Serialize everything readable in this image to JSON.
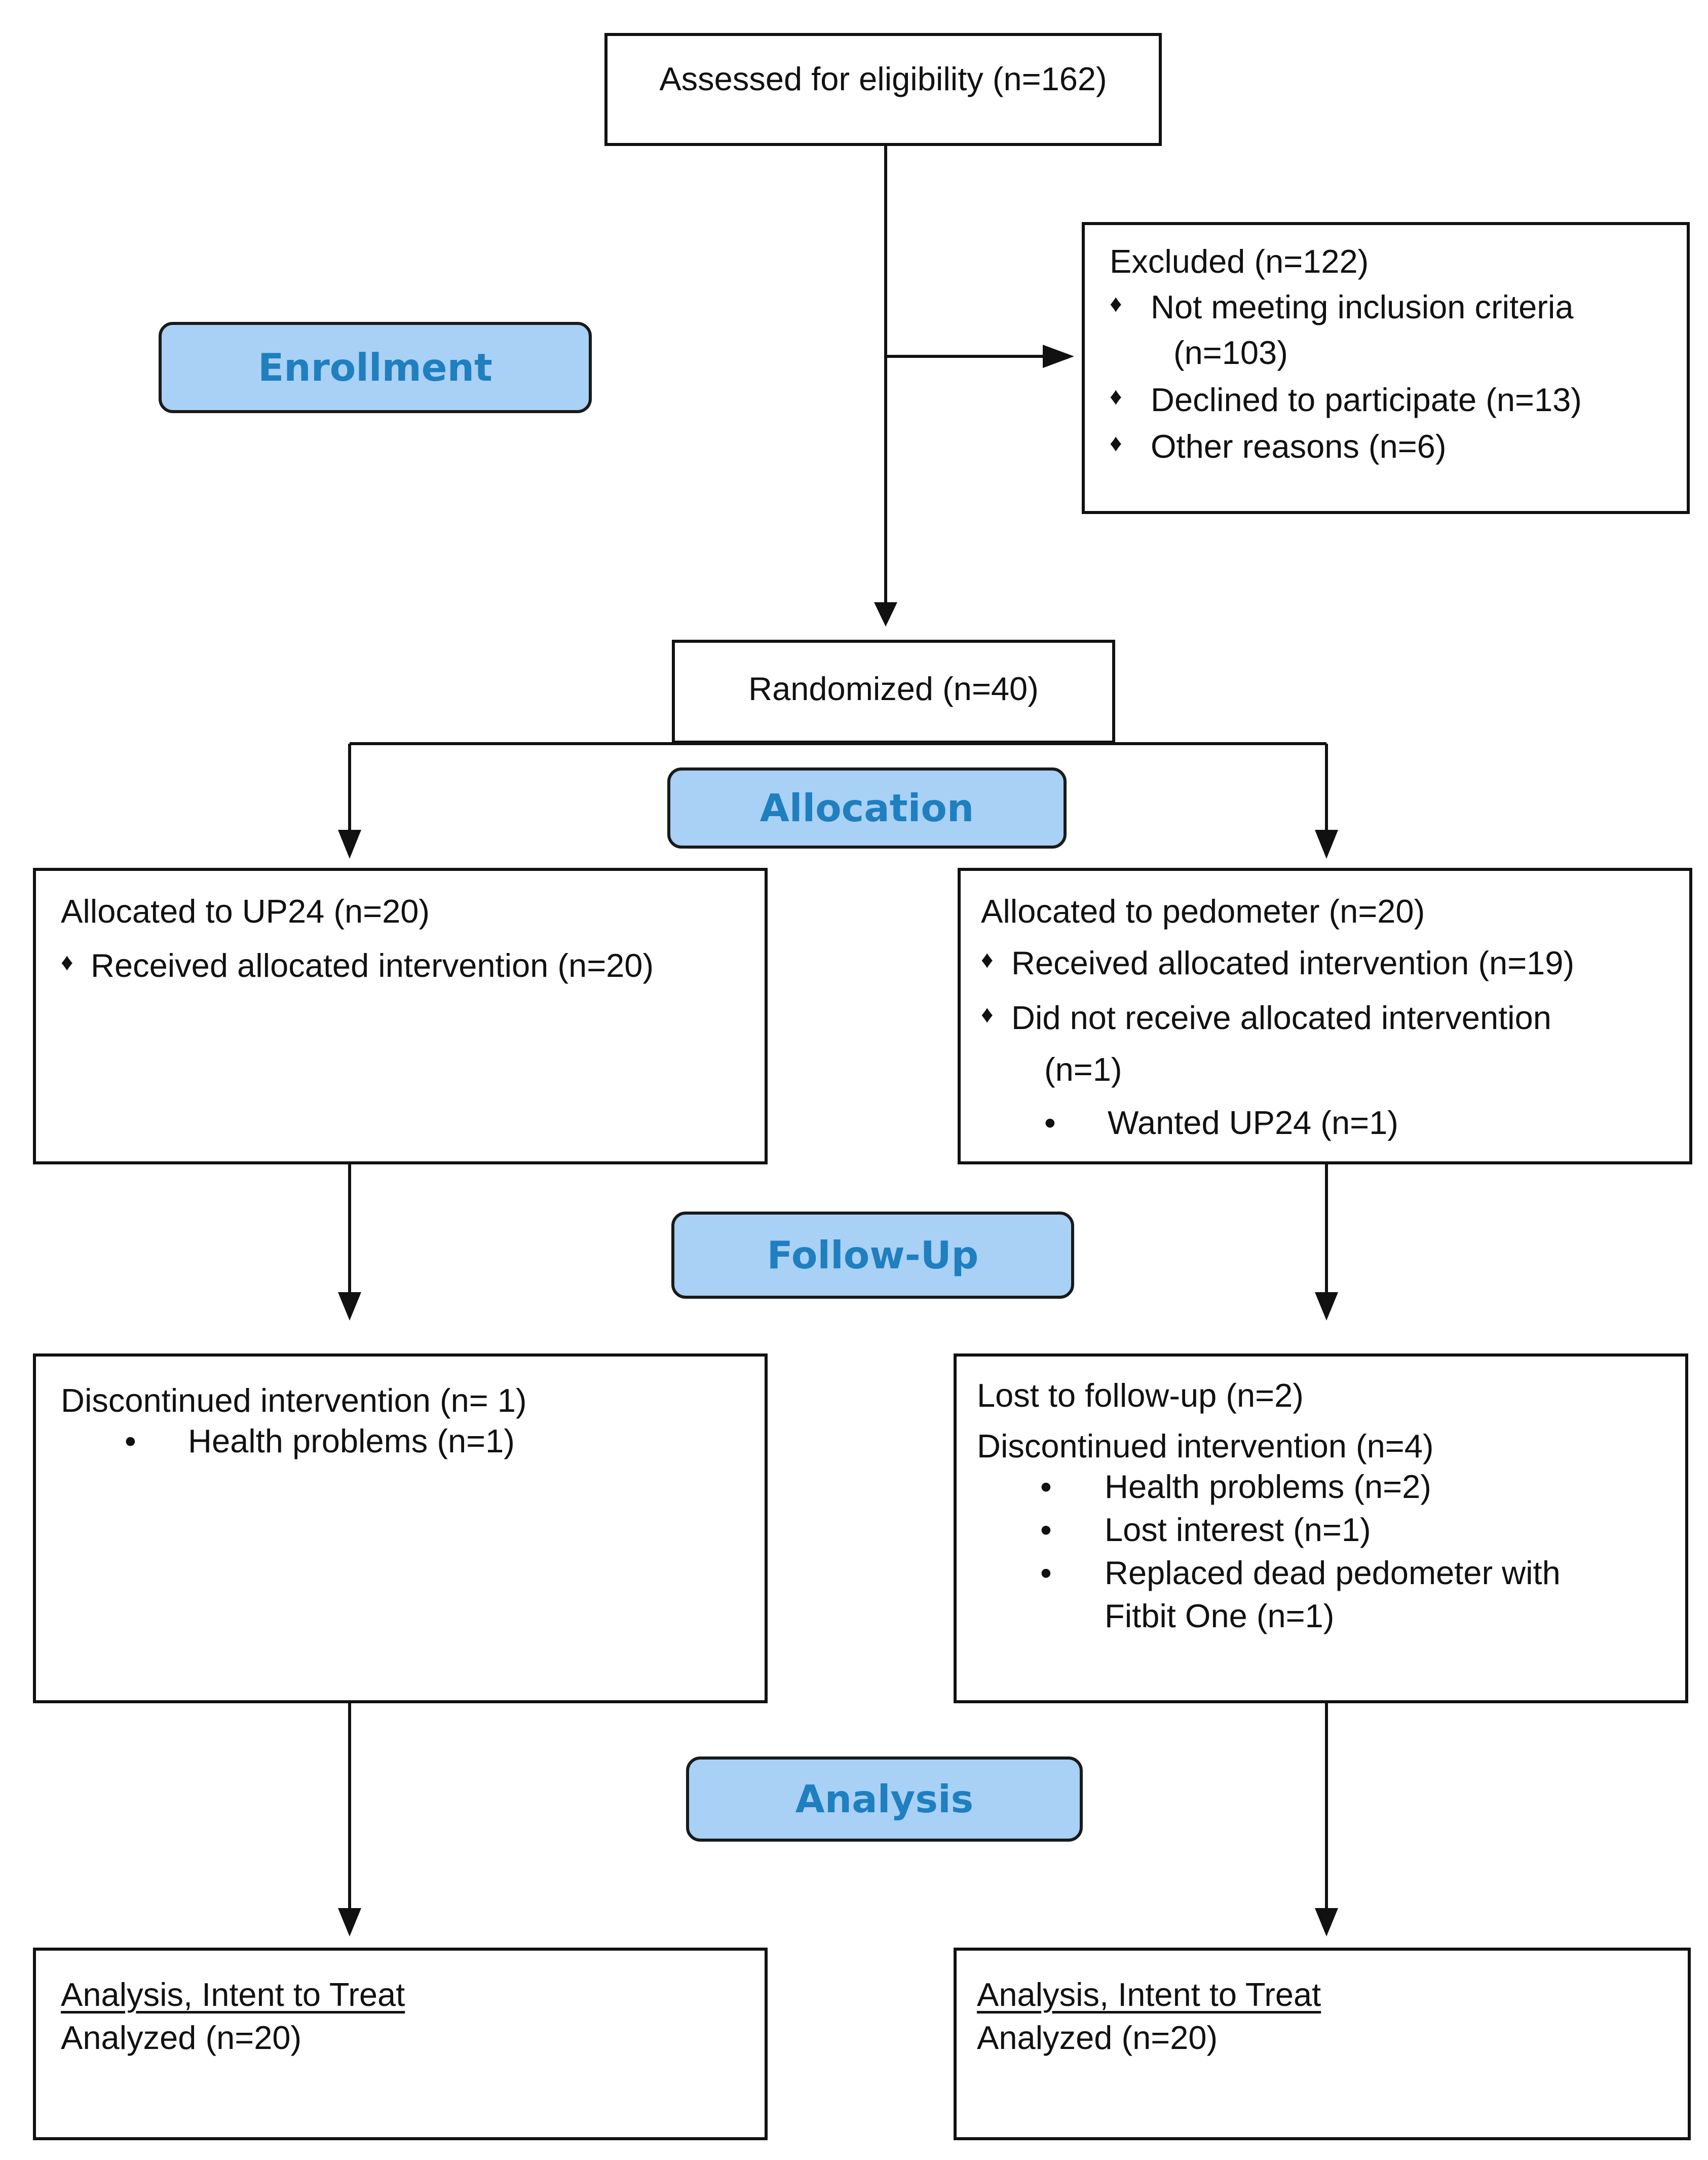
{
  "colors": {
    "phase_fill": "#a9d0f5",
    "phase_text": "#1f7fbf",
    "line": "#111111"
  },
  "phases": {
    "enrollment": "Enrollment",
    "allocation": "Allocation",
    "followup": "Follow-Up",
    "analysis": "Analysis"
  },
  "assessed": {
    "text": "Assessed for eligibility (n=162)"
  },
  "excluded": {
    "title": "Excluded (n=122)",
    "bullet": "♦",
    "items": [
      "Not meeting inclusion criteria",
      "(n=103)",
      "Declined to participate (n=13)",
      "Other reasons (n=6)"
    ]
  },
  "randomized": {
    "text": "Randomized (n=40)"
  },
  "alloc_left": {
    "title": "Allocated to UP24 (n=20)",
    "bullet": "♦",
    "items": [
      "Received allocated intervention (n=20)"
    ]
  },
  "alloc_right": {
    "title": "Allocated to pedometer (n=20)",
    "bullet": "♦",
    "dot": "•",
    "items": [
      "Received allocated intervention (n=19)",
      "Did not receive allocated intervention",
      "(n=1)",
      "Wanted UP24 (n=1)"
    ]
  },
  "follow_left": {
    "title": "Discontinued intervention (n= 1)",
    "dot": "•",
    "items": [
      "Health problems (n=1)"
    ]
  },
  "follow_right": {
    "lost": "Lost to follow-up (n=2)",
    "title": "Discontinued intervention (n=4)",
    "dot": "•",
    "items": [
      "Health problems (n=2)",
      "Lost interest (n=1)",
      "Replaced dead pedometer with",
      "Fitbit One (n=1)"
    ]
  },
  "analysis_left": {
    "heading": "Analysis, Intent to Treat",
    "value": "Analyzed (n=20)"
  },
  "analysis_right": {
    "heading": "Analysis, Intent to Treat",
    "value": "Analyzed (n=20)"
  }
}
